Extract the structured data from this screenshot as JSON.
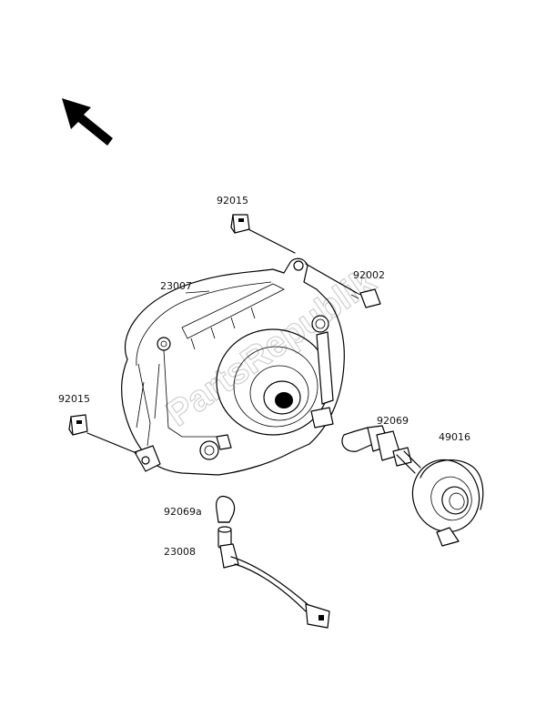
{
  "labels": {
    "p92015_top": "92015",
    "p92002": "92002",
    "p23007": "23007",
    "p92015_left": "92015",
    "p92069": "92069",
    "p49016": "49016",
    "p92069a": "92069a",
    "p23008": "23008"
  },
  "watermark": "PartsRepublik",
  "colors": {
    "line": "#000000",
    "watermark": "#cfcfcf",
    "background": "#ffffff"
  }
}
